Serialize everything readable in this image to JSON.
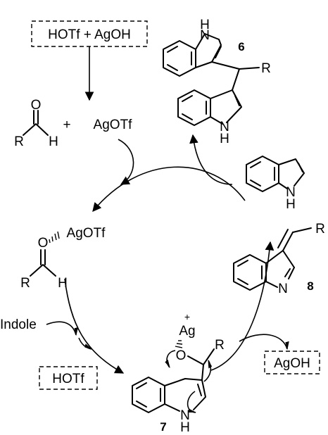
{
  "reagents": {
    "top_box": "HOTf + AgOH",
    "aldehyde_R": "R",
    "aldehyde_O": "O",
    "aldehyde_H": "H",
    "plus": "+",
    "agotf": "AgOTf",
    "indole_reagent": "Indole"
  },
  "intermediates": {
    "complex_o": "O",
    "complex_ag": "AgOTf",
    "complex_R": "R",
    "complex_H": "H",
    "int7_label": "7",
    "int7_ag": "Ag",
    "int7_charge": "+",
    "int7_o": "O",
    "int7_R": "R",
    "int7_n": "N",
    "int7_h": "H"
  },
  "products": {
    "bis_label": "6",
    "bis_R": "R",
    "bis_top_h": "H",
    "bis_top_n": "N",
    "bis_bot_n": "N",
    "bis_bot_h": "H",
    "indole_n": "N",
    "indole_h": "H",
    "alkylidene_label": "8",
    "alkylidene_R": "R",
    "alkylidene_n": "N"
  },
  "byproducts": {
    "hotf": "HOTf",
    "agoh": "AgOH"
  }
}
